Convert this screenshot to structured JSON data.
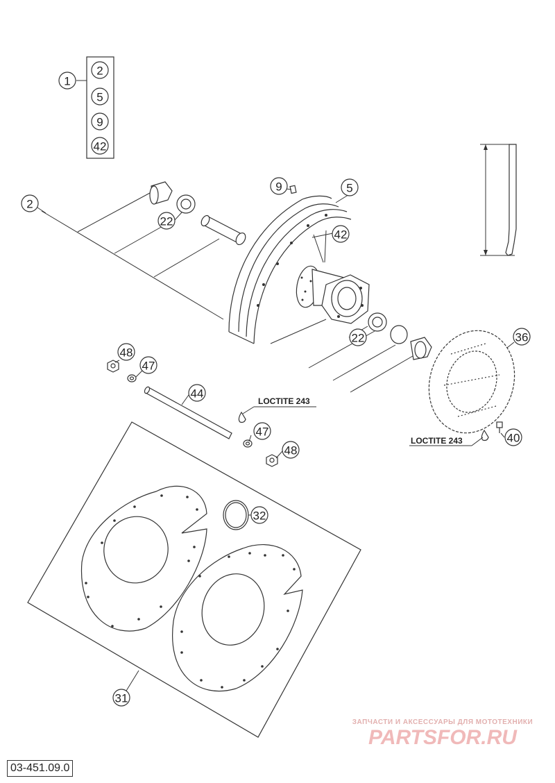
{
  "callouts": {
    "c1": "1",
    "k2": "2",
    "k5": "5",
    "k9": "9",
    "k42": "42",
    "c2": "2",
    "c22a": "22",
    "c9": "9",
    "c5": "5",
    "c42": "42",
    "c22b": "22",
    "c36": "36",
    "c48a": "48",
    "c47a": "47",
    "c44": "44",
    "c47b": "47",
    "c48b": "48",
    "c40": "40",
    "c32": "32",
    "c31": "31"
  },
  "notes": {
    "loctite_axle": "LOCTITE 243",
    "loctite_disc": "LOCTITE 243"
  },
  "drawing_number": "03-451.09.0",
  "watermark": {
    "tagline": "ЗАПЧАСТИ И АКСЕССУАРЫ ДЛЯ МОТОТЕХНИКИ",
    "logo": "PARTSFOR.RU"
  }
}
